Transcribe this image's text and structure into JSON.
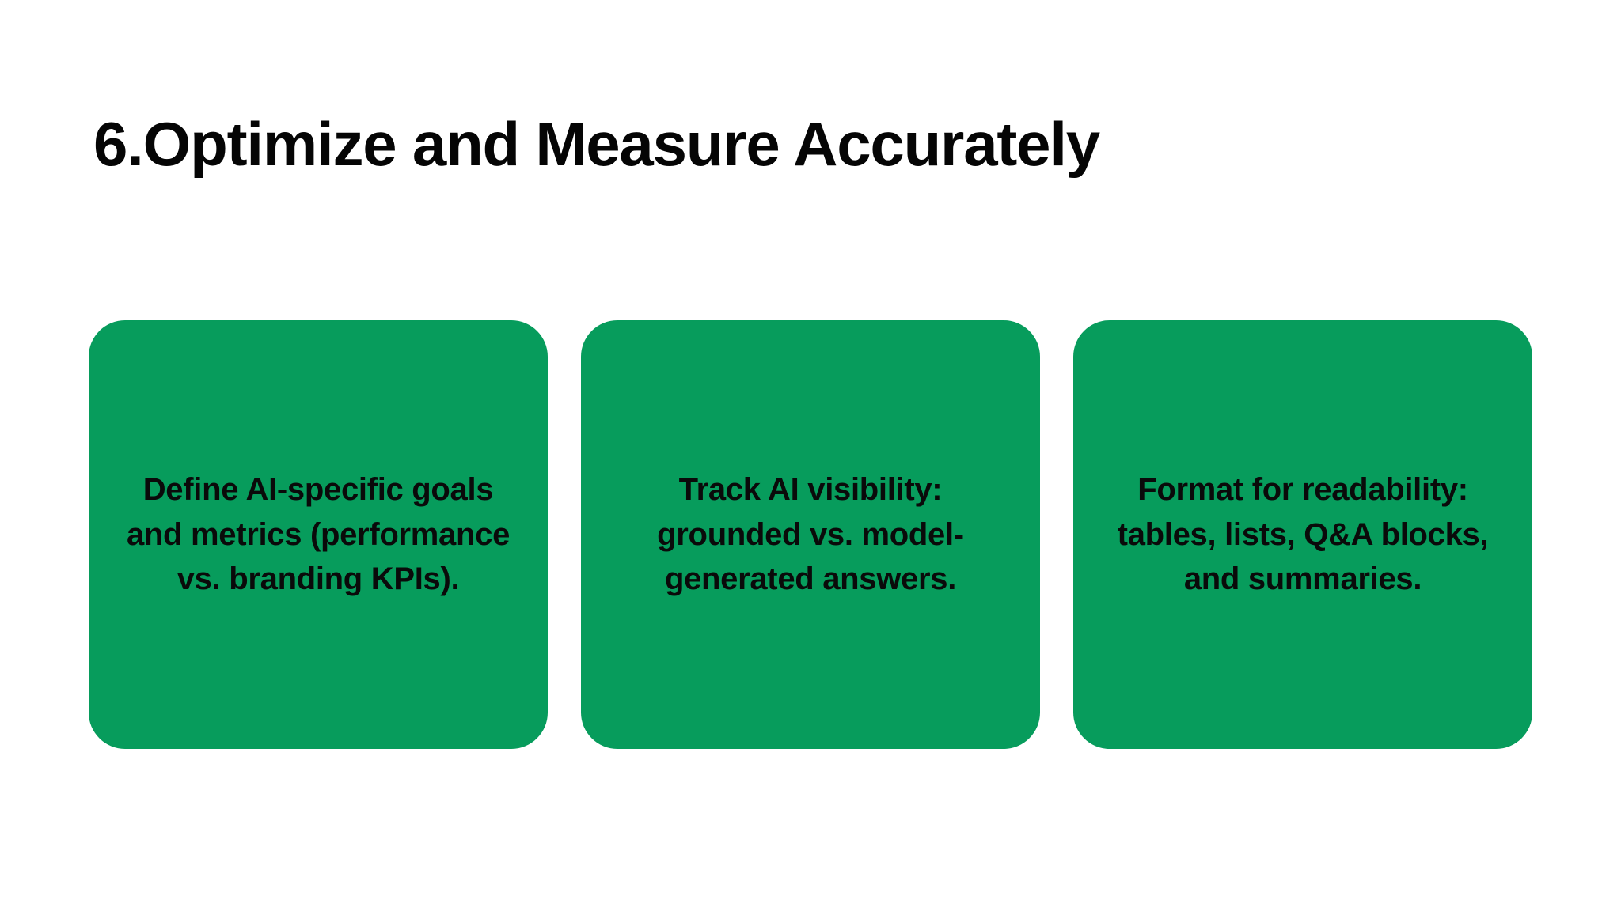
{
  "slide": {
    "title": "6.Optimize and Measure Accurately",
    "background_color": "#ffffff",
    "title_color": "#050505",
    "card_color": "#079c5c",
    "card_text_color": "#0a0a0a",
    "cards": [
      {
        "id": "card-1",
        "text": "Define AI-specific goals and metrics (performance vs. branding KPIs)."
      },
      {
        "id": "card-2",
        "text": "Track AI visibility: grounded vs. model-generated answers."
      },
      {
        "id": "card-3",
        "text": "Format for readability: tables, lists, Q&A blocks, and summaries."
      }
    ]
  }
}
